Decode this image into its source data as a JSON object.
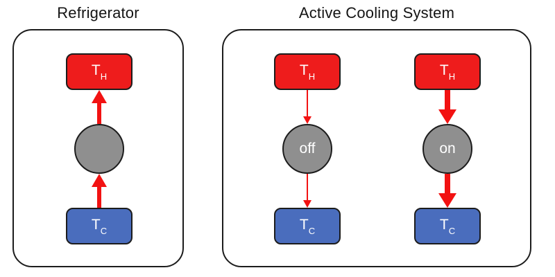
{
  "colors": {
    "hot": "#ee1c1c",
    "cold": "#4a6dbd",
    "pump": "#8f8f8f",
    "arrow": "#f21212",
    "outline": "#1c1c1c",
    "title_text": "#141414",
    "node_text": "#ffffff",
    "background": "#ffffff"
  },
  "panels": [
    {
      "title": "Refrigerator",
      "columns": [
        {
          "hot": {
            "main": "T",
            "sub": "H"
          },
          "pump_label": "",
          "cold": {
            "main": "T",
            "sub": "C"
          },
          "heat_flow": "upward",
          "flow_strength": "medium"
        }
      ]
    },
    {
      "title": "Active Cooling System",
      "columns": [
        {
          "hot": {
            "main": "T",
            "sub": "H"
          },
          "pump_label": "off",
          "cold": {
            "main": "T",
            "sub": "C"
          },
          "heat_flow": "downward",
          "flow_strength": "weak"
        },
        {
          "hot": {
            "main": "T",
            "sub": "H"
          },
          "pump_label": "on",
          "cold": {
            "main": "T",
            "sub": "C"
          },
          "heat_flow": "downward",
          "flow_strength": "strong"
        }
      ]
    }
  ]
}
